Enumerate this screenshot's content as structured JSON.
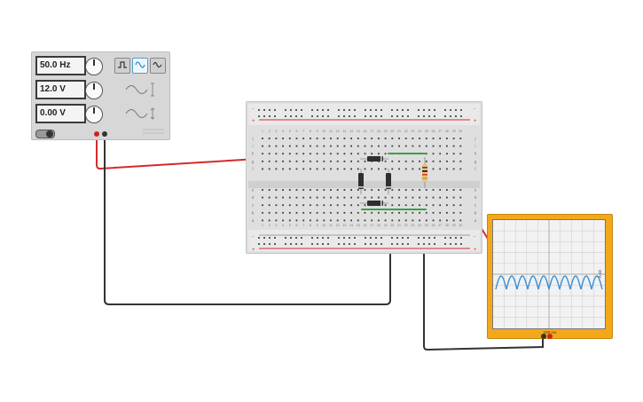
{
  "function_generator": {
    "frequency": "50.0 Hz",
    "amplitude": "12.0 V",
    "dc_offset": "0.00 V",
    "waveform_selected": "sine",
    "waveform_buttons": [
      "square-wave-icon",
      "sine-wave-icon",
      "triangle-wave-icon"
    ],
    "accent_color": "#2a86c8"
  },
  "oscilloscope": {
    "time_per_division": "100 ms",
    "volts_per_division": "20 V",
    "frame_color": "#f3a81b",
    "trace_color": "#3a8fd6"
  },
  "breadboard": {
    "column_numbers": [
      "1",
      "2",
      "3",
      "4",
      "5",
      "6",
      "7",
      "8",
      "9",
      "10",
      "11",
      "12",
      "13",
      "14",
      "15",
      "16",
      "17",
      "18",
      "19",
      "20",
      "21",
      "22",
      "23",
      "24",
      "25",
      "26",
      "27",
      "28",
      "29",
      "30"
    ],
    "top_row_letters": [
      "j",
      "i",
      "h",
      "g",
      "f"
    ],
    "bottom_row_letters": [
      "e",
      "d",
      "c",
      "b",
      "a"
    ],
    "rail_minus": "-",
    "rail_plus": "+"
  },
  "wire_colors": {
    "positive": "#d42b2b",
    "ground": "#333333",
    "jumper": "#3aa14a"
  }
}
